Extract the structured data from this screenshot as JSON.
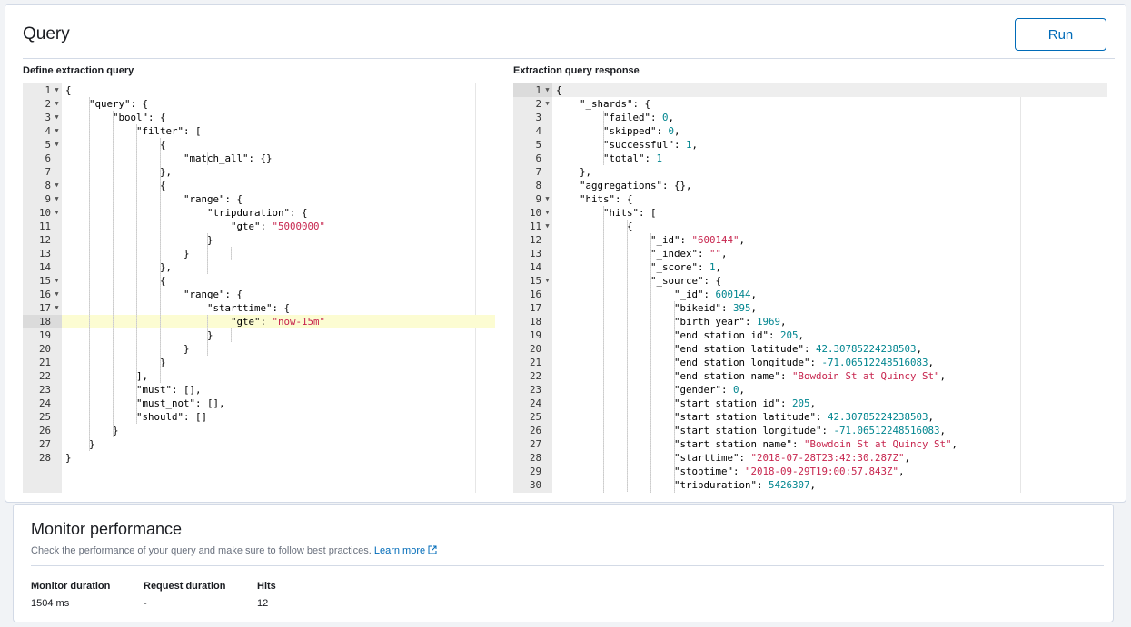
{
  "header": {
    "title": "Query",
    "run_label": "Run"
  },
  "left": {
    "label": "Define extraction query",
    "lines": [
      {
        "n": "1",
        "f": true,
        "t": [
          [
            "",
            "{"
          ]
        ]
      },
      {
        "n": "2",
        "f": true,
        "t": [
          [
            "",
            "    "
          ],
          [
            "",
            "\"query\": {"
          ]
        ]
      },
      {
        "n": "3",
        "f": true,
        "t": [
          [
            "",
            "        \"bool\": {"
          ]
        ]
      },
      {
        "n": "4",
        "f": true,
        "t": [
          [
            "",
            "            \"filter\": ["
          ]
        ]
      },
      {
        "n": "5",
        "f": true,
        "t": [
          [
            "",
            "                {"
          ]
        ]
      },
      {
        "n": "6",
        "f": false,
        "t": [
          [
            "",
            "                    \"match_all\": {}"
          ]
        ]
      },
      {
        "n": "7",
        "f": false,
        "t": [
          [
            "",
            "                },"
          ]
        ]
      },
      {
        "n": "8",
        "f": true,
        "t": [
          [
            "",
            "                {"
          ]
        ]
      },
      {
        "n": "9",
        "f": true,
        "t": [
          [
            "",
            "                    \"range\": {"
          ]
        ]
      },
      {
        "n": "10",
        "f": true,
        "t": [
          [
            "",
            "                        \"tripduration\": {"
          ]
        ]
      },
      {
        "n": "11",
        "f": false,
        "t": [
          [
            "",
            "                            \"gte\": "
          ],
          [
            "s",
            "\"5000000\""
          ]
        ]
      },
      {
        "n": "12",
        "f": false,
        "t": [
          [
            "",
            "                        }"
          ]
        ]
      },
      {
        "n": "13",
        "f": false,
        "t": [
          [
            "",
            "                    }"
          ]
        ]
      },
      {
        "n": "14",
        "f": false,
        "t": [
          [
            "",
            "                },"
          ]
        ]
      },
      {
        "n": "15",
        "f": true,
        "t": [
          [
            "",
            "                {"
          ]
        ]
      },
      {
        "n": "16",
        "f": true,
        "t": [
          [
            "",
            "                    \"range\": {"
          ]
        ]
      },
      {
        "n": "17",
        "f": true,
        "t": [
          [
            "",
            "                        \"starttime\": {"
          ]
        ]
      },
      {
        "n": "18",
        "f": false,
        "active": true,
        "t": [
          [
            "",
            "                            \"gte\": "
          ],
          [
            "s",
            "\"now-15m\""
          ]
        ]
      },
      {
        "n": "19",
        "f": false,
        "t": [
          [
            "",
            "                        }"
          ]
        ]
      },
      {
        "n": "20",
        "f": false,
        "t": [
          [
            "",
            "                    }"
          ]
        ]
      },
      {
        "n": "21",
        "f": false,
        "t": [
          [
            "",
            "                }"
          ]
        ]
      },
      {
        "n": "22",
        "f": false,
        "t": [
          [
            "",
            "            ],"
          ]
        ]
      },
      {
        "n": "23",
        "f": false,
        "t": [
          [
            "",
            "            \"must\": [],"
          ]
        ]
      },
      {
        "n": "24",
        "f": false,
        "t": [
          [
            "",
            "            \"must_not\": [],"
          ]
        ]
      },
      {
        "n": "25",
        "f": false,
        "t": [
          [
            "",
            "            \"should\": []"
          ]
        ]
      },
      {
        "n": "26",
        "f": false,
        "t": [
          [
            "",
            "        }"
          ]
        ]
      },
      {
        "n": "27",
        "f": false,
        "t": [
          [
            "",
            "    }"
          ]
        ]
      },
      {
        "n": "28",
        "f": false,
        "t": [
          [
            "",
            "}"
          ]
        ]
      }
    ]
  },
  "right": {
    "label": "Extraction query response",
    "lines": [
      {
        "n": "1",
        "f": true,
        "active": true,
        "t": [
          [
            "",
            "{"
          ]
        ]
      },
      {
        "n": "2",
        "f": true,
        "t": [
          [
            "",
            "    \"_shards\": {"
          ]
        ]
      },
      {
        "n": "3",
        "f": false,
        "t": [
          [
            "",
            "        \"failed\": "
          ],
          [
            "n",
            "0"
          ],
          [
            "",
            ","
          ]
        ]
      },
      {
        "n": "4",
        "f": false,
        "t": [
          [
            "",
            "        \"skipped\": "
          ],
          [
            "n",
            "0"
          ],
          [
            "",
            ","
          ]
        ]
      },
      {
        "n": "5",
        "f": false,
        "t": [
          [
            "",
            "        \"successful\": "
          ],
          [
            "n",
            "1"
          ],
          [
            "",
            ","
          ]
        ]
      },
      {
        "n": "6",
        "f": false,
        "t": [
          [
            "",
            "        \"total\": "
          ],
          [
            "n",
            "1"
          ]
        ]
      },
      {
        "n": "7",
        "f": false,
        "t": [
          [
            "",
            "    },"
          ]
        ]
      },
      {
        "n": "8",
        "f": false,
        "t": [
          [
            "",
            "    \"aggregations\": {},"
          ]
        ]
      },
      {
        "n": "9",
        "f": true,
        "t": [
          [
            "",
            "    \"hits\": {"
          ]
        ]
      },
      {
        "n": "10",
        "f": true,
        "t": [
          [
            "",
            "        \"hits\": ["
          ]
        ]
      },
      {
        "n": "11",
        "f": true,
        "t": [
          [
            "",
            "            {"
          ]
        ]
      },
      {
        "n": "12",
        "f": false,
        "t": [
          [
            "",
            "                \"_id\": "
          ],
          [
            "s",
            "\"600144\""
          ],
          [
            "",
            ","
          ]
        ]
      },
      {
        "n": "13",
        "f": false,
        "t": [
          [
            "",
            "                \"_index\": "
          ],
          [
            "s",
            "\"\""
          ],
          [
            "",
            ","
          ]
        ]
      },
      {
        "n": "14",
        "f": false,
        "t": [
          [
            "",
            "                \"_score\": "
          ],
          [
            "n",
            "1"
          ],
          [
            "",
            ","
          ]
        ]
      },
      {
        "n": "15",
        "f": true,
        "t": [
          [
            "",
            "                \"_source\": {"
          ]
        ]
      },
      {
        "n": "16",
        "f": false,
        "t": [
          [
            "",
            "                    \"_id\": "
          ],
          [
            "n",
            "600144"
          ],
          [
            "",
            ","
          ]
        ]
      },
      {
        "n": "17",
        "f": false,
        "t": [
          [
            "",
            "                    \"bikeid\": "
          ],
          [
            "n",
            "395"
          ],
          [
            "",
            ","
          ]
        ]
      },
      {
        "n": "18",
        "f": false,
        "t": [
          [
            "",
            "                    \"birth year\": "
          ],
          [
            "n",
            "1969"
          ],
          [
            "",
            ","
          ]
        ]
      },
      {
        "n": "19",
        "f": false,
        "t": [
          [
            "",
            "                    \"end station id\": "
          ],
          [
            "n",
            "205"
          ],
          [
            "",
            ","
          ]
        ]
      },
      {
        "n": "20",
        "f": false,
        "t": [
          [
            "",
            "                    \"end station latitude\": "
          ],
          [
            "n",
            "42.30785224238503"
          ],
          [
            "",
            ","
          ]
        ]
      },
      {
        "n": "21",
        "f": false,
        "t": [
          [
            "",
            "                    \"end station longitude\": "
          ],
          [
            "n",
            "-71.06512248516083"
          ],
          [
            "",
            ","
          ]
        ]
      },
      {
        "n": "22",
        "f": false,
        "t": [
          [
            "",
            "                    \"end station name\": "
          ],
          [
            "s",
            "\"Bowdoin St at Quincy St\""
          ],
          [
            "",
            ","
          ]
        ]
      },
      {
        "n": "23",
        "f": false,
        "t": [
          [
            "",
            "                    \"gender\": "
          ],
          [
            "n",
            "0"
          ],
          [
            "",
            ","
          ]
        ]
      },
      {
        "n": "24",
        "f": false,
        "t": [
          [
            "",
            "                    \"start station id\": "
          ],
          [
            "n",
            "205"
          ],
          [
            "",
            ","
          ]
        ]
      },
      {
        "n": "25",
        "f": false,
        "t": [
          [
            "",
            "                    \"start station latitude\": "
          ],
          [
            "n",
            "42.30785224238503"
          ],
          [
            "",
            ","
          ]
        ]
      },
      {
        "n": "26",
        "f": false,
        "t": [
          [
            "",
            "                    \"start station longitude\": "
          ],
          [
            "n",
            "-71.06512248516083"
          ],
          [
            "",
            ","
          ]
        ]
      },
      {
        "n": "27",
        "f": false,
        "t": [
          [
            "",
            "                    \"start station name\": "
          ],
          [
            "s",
            "\"Bowdoin St at Quincy St\""
          ],
          [
            "",
            ","
          ]
        ]
      },
      {
        "n": "28",
        "f": false,
        "t": [
          [
            "",
            "                    \"starttime\": "
          ],
          [
            "s",
            "\"2018-07-28T23:42:30.287Z\""
          ],
          [
            "",
            ","
          ]
        ]
      },
      {
        "n": "29",
        "f": false,
        "t": [
          [
            "",
            "                    \"stoptime\": "
          ],
          [
            "s",
            "\"2018-09-29T19:00:57.843Z\""
          ],
          [
            "",
            ","
          ]
        ]
      },
      {
        "n": "30",
        "f": false,
        "t": [
          [
            "",
            "                    \"tripduration\": "
          ],
          [
            "n",
            "5426307"
          ],
          [
            "",
            ","
          ]
        ]
      }
    ]
  },
  "monitor": {
    "title": "Monitor performance",
    "desc": "Check the performance of your query and make sure to follow best practices.",
    "link": "Learn more",
    "stats": [
      {
        "label": "Monitor duration",
        "value": "1504 ms"
      },
      {
        "label": "Request duration",
        "value": "-"
      },
      {
        "label": "Hits",
        "value": "12"
      }
    ]
  },
  "colors": {
    "accent": "#006bb8",
    "string": "#c7254e",
    "number": "#00858f",
    "active_line": "#fcfcd2"
  }
}
